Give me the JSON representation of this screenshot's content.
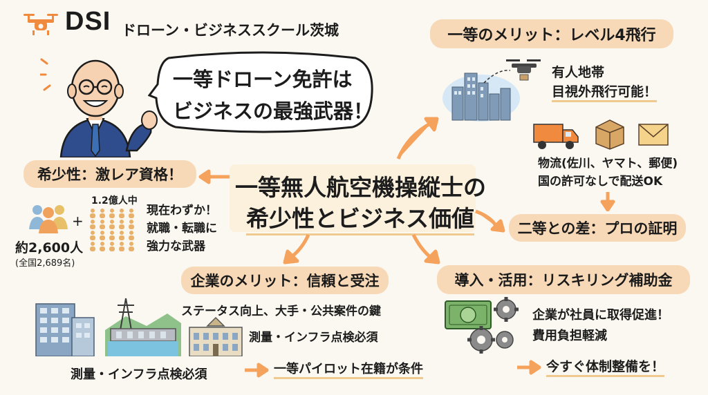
{
  "header": {
    "logo": "DSI",
    "school_name": "ドローン・ビジネススクール茨城"
  },
  "speech": {
    "line1": "一等ドローン免許は",
    "line2": "ビジネスの最強武器！"
  },
  "center": {
    "line1": "一等無人航空機操縦士の",
    "line2": "希少性とビジネス価値"
  },
  "scarcity": {
    "title": "希少性：激レア資格！",
    "small_count": "約2,600人",
    "small_sub": "(全国2,689名)",
    "big_count": "1.2億人中",
    "line1": "現在わずか！",
    "line2": "就職・転職に",
    "line3": "強力な武器"
  },
  "corp": {
    "title": "企業のメリット：信頼と受注",
    "line1": "ステータス向上、大手・公共案件の鍵",
    "line2": "測量・インフラ点検必須",
    "line3": "測量・インフラ点検必須",
    "line4": "一等パイロット在籍が条件"
  },
  "level4": {
    "title": "一等のメリット：レベル4飛行",
    "line1": "有人地帯",
    "line2": "目視外飛行可能！",
    "line3": "物流(佐川、ヤマト、郵便)",
    "line4": "国の許可なしで配送OK"
  },
  "pro": {
    "title": "二等との差：プロの証明"
  },
  "subsidy": {
    "title": "導入・活用：リスキリング補助金",
    "line1": "企業が社員に取得促進！",
    "line2": "費用負担軽減",
    "line3": "今すぐ体制整備を！"
  },
  "colors": {
    "accent": "#f5a25d",
    "pill": "#f7d9b7",
    "underline": "#f0c98e"
  }
}
